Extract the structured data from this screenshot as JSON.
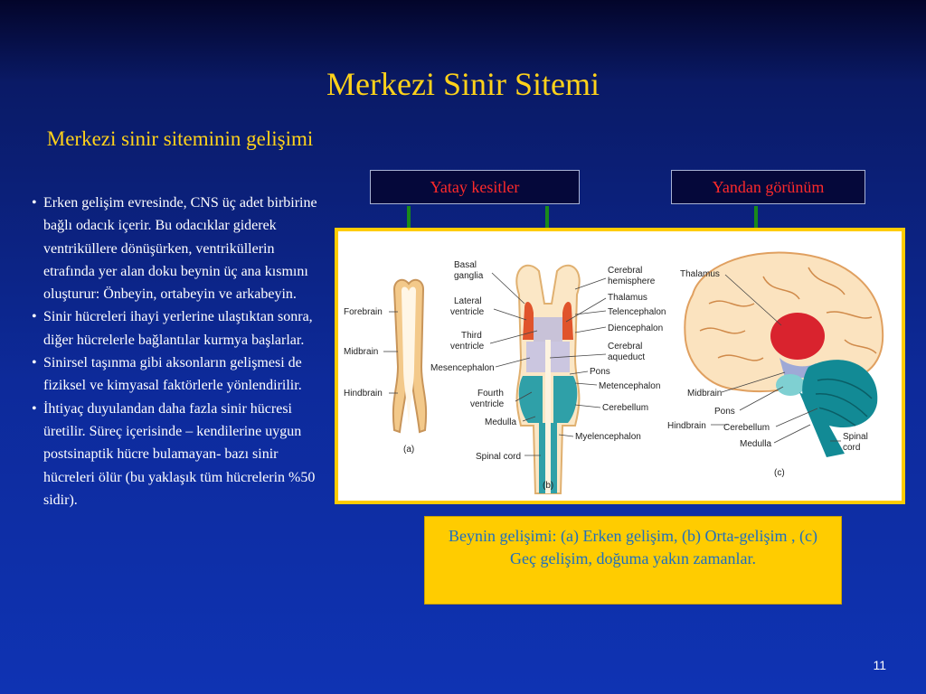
{
  "slide": {
    "title": "Merkezi Sinir Sitemi",
    "subtitle": "Merkezi sinir siteminin gelişimi",
    "bullets": [
      "Erken gelişim evresinde, CNS üç adet birbirine bağlı odacık içerir. Bu odacıklar giderek ventriküllere dönüşürken, ventriküllerin etrafında yer alan doku beynin üç ana kısmını oluşturur: Önbeyin, ortabeyin ve arkabeyin.",
      "Sinir hücreleri ihayi yerlerine ulaştıktan sonra, diğer hücrelerle bağlantılar kurmya başlarlar.",
      "Sinirsel taşınma gibi aksonların gelişmesi de fiziksel ve kimyasal faktörlerle yönlendirilir.",
      "İhtiyaç duyulandan daha fazla sinir hücresi üretilir. Süreç içerisinde – kendilerine uygun postsinaptik hücre bulamayan- bazı sinir hücreleri ölür (bu yaklaşık tüm hücrelerin %50 sidir)."
    ],
    "page_number": "11"
  },
  "labels": {
    "yatay": "Yatay kesitler",
    "yandan": "Yandan görünüm"
  },
  "caption": "Beynin gelişimi: (a) Erken gelişim, (b) Orta-gelişim , (c) Geç gelişim, doğuma yakın zamanlar.",
  "figure": {
    "panel_a": {
      "tag": "(a)",
      "labels": [
        "Forebrain",
        "Midbrain",
        "Hindbrain"
      ]
    },
    "panel_b": {
      "tag": "(b)",
      "labels_left": [
        "Basal",
        "ganglia",
        "Lateral",
        "ventricle",
        "Third",
        "ventricle",
        "Mesencephalon",
        "Fourth",
        "ventricle",
        "Medulla",
        "Spinal cord"
      ],
      "labels_right": [
        "Cerebral",
        "hemisphere",
        "Thalamus",
        "Telencephalon",
        "Diencephalon",
        "Cerebral",
        "aqueduct",
        "Pons",
        "Metencephalon",
        "Cerebellum",
        "Myelencephalon"
      ]
    },
    "panel_c": {
      "tag": "(c)",
      "labels": [
        "Thalamus",
        "Midbrain",
        "Pons",
        "Hindbrain",
        "Cerebellum",
        "Medulla",
        "Spinal",
        "cord"
      ]
    }
  },
  "colors": {
    "title": "#ffd21a",
    "label_text": "#ff2a2a",
    "arrow": "#1a8a1a",
    "frame": "#ffcc00",
    "caption_text": "#1e6fbf"
  }
}
